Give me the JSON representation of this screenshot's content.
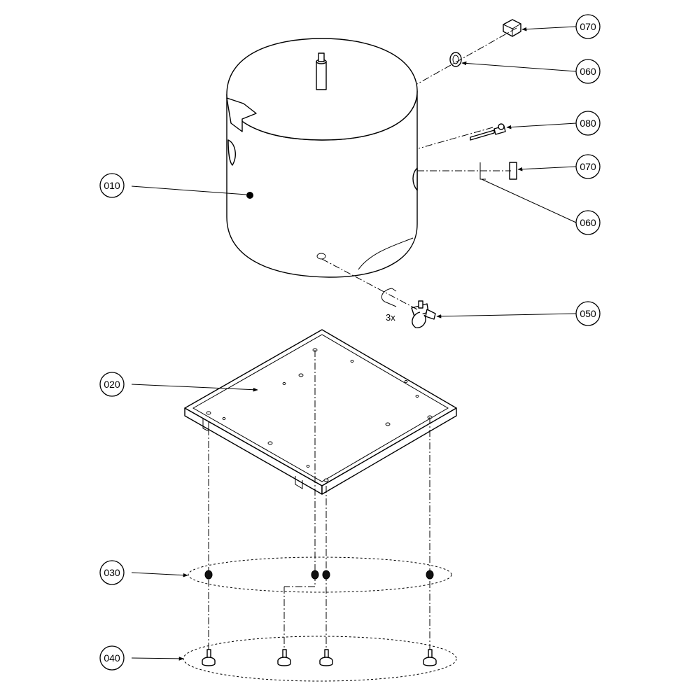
{
  "callouts": [
    {
      "label": "070"
    },
    {
      "label": "060"
    },
    {
      "label": "080"
    },
    {
      "label": "070"
    },
    {
      "label": "060"
    },
    {
      "label": "010"
    },
    {
      "label": "050"
    },
    {
      "label": "020"
    },
    {
      "label": "030"
    },
    {
      "label": "040"
    }
  ],
  "quantity_note": "3x"
}
